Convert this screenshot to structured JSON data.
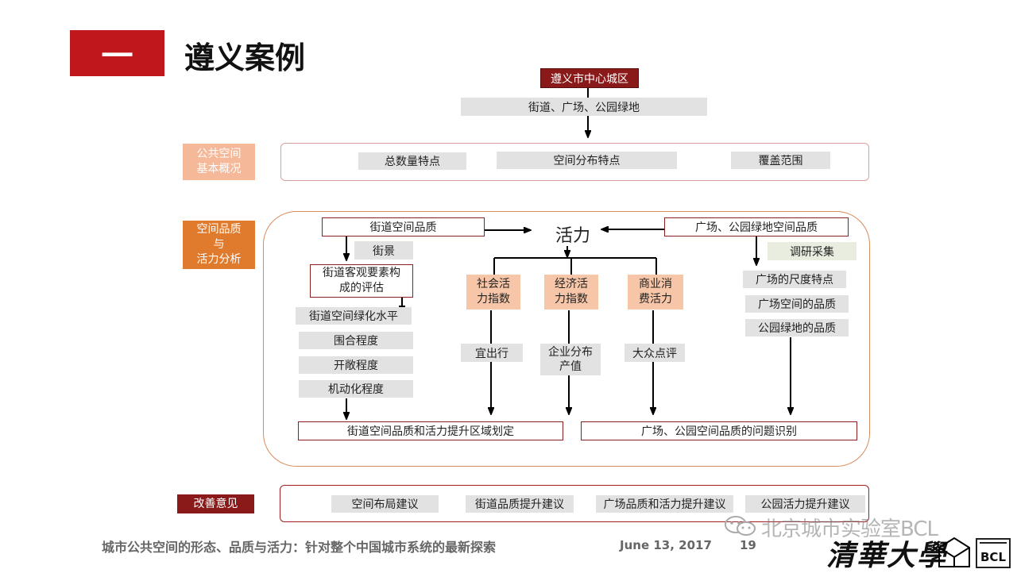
{
  "header": {
    "section_mark": "一",
    "title": "遵义案例"
  },
  "flow": {
    "top": "遵义市中心城区",
    "scope": "街道、广场、公园绿地",
    "section1": {
      "label": "公共空间\n基本概况",
      "items": [
        "总数量特点",
        "空间分布特点",
        "覆盖范围"
      ]
    },
    "section2": {
      "label": "空间品质\n与\n活力分析",
      "street_quality": "街道空间品质",
      "vitality": "活力",
      "plaza_quality": "广场、公园绿地空间品质",
      "streetscape": "街景",
      "street_eval": "街道客观要素构\n成的评估",
      "street_metrics": [
        "街道空间绿化水平",
        "围合程度",
        "开敞程度",
        "机动化程度"
      ],
      "indices": [
        "社会活\n力指数",
        "经济活\n力指数",
        "商业消\n费活力"
      ],
      "sources": [
        "宜出行",
        "企业分布\n产值",
        "大众点评"
      ],
      "survey": "调研采集",
      "plaza_metrics": [
        "广场的尺度特点",
        "广场空间的品质",
        "公园绿地的品质"
      ],
      "street_result": "街道空间品质和活力提升区域划定",
      "plaza_result": "广场、公园空间品质的问题识别"
    },
    "section3": {
      "label": "改善意见",
      "items": [
        "空间布局建议",
        "街道品质提升建议",
        "广场品质和活力提升建议",
        "公园活力提升建议"
      ]
    }
  },
  "footer": {
    "subtitle": "城市公共空间的形态、品质与活力：针对整个中国城市系统的最新探索",
    "date": "June 13, 2017",
    "page": "19",
    "watermark": "北京城市实验室BCL",
    "university": "清華大學",
    "logo_text": "BCL"
  },
  "colors": {
    "dark_red": "#b0141a",
    "orange": "#e07b2e",
    "peach": "#f7c6a8",
    "gray": "#e2e2e2"
  }
}
